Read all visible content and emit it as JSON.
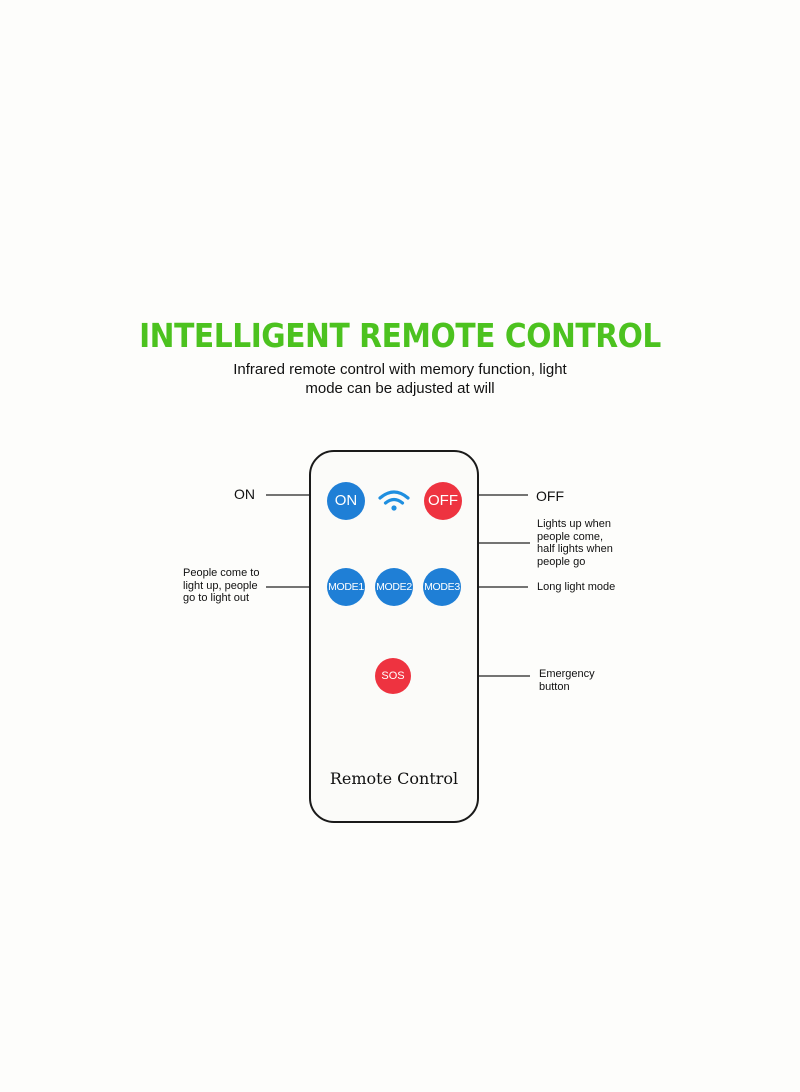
{
  "title": "INTELLIGENT REMOTE CONTROL",
  "subtitle": {
    "line1": "Infrared remote control with memory function, light",
    "line2": "mode can be adjusted at will"
  },
  "remote": {
    "label": "Remote Control",
    "buttons": {
      "on": "ON",
      "off": "OFF",
      "mode1": "MODE1",
      "mode2": "MODE2",
      "mode3": "MODE3",
      "sos": "SOS"
    },
    "signal_icon": "wifi-signal-icon"
  },
  "callouts": {
    "on": "ON",
    "off": "OFF",
    "mode1": [
      "People come to",
      "light up, people",
      "go to light out"
    ],
    "mode2": [
      "Lights up when",
      "people come,",
      "half lights when",
      "people go"
    ],
    "mode3": "Long light mode",
    "sos": [
      "Emergency",
      "button"
    ]
  },
  "colors": {
    "title": "#4cc21f",
    "blue_button": "#1f7fd6",
    "red_button": "#ee3340",
    "background": "#fdfdfb"
  }
}
